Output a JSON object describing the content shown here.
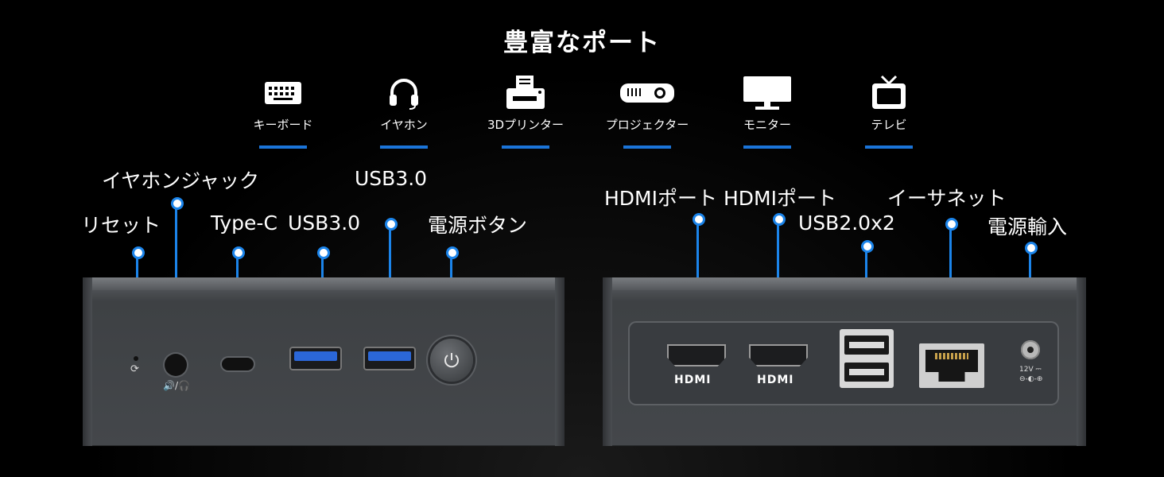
{
  "title": "豊富なポート",
  "devices": [
    {
      "label": "キーボード",
      "icon": "keyboard-icon"
    },
    {
      "label": "イヤホン",
      "icon": "headphones-icon"
    },
    {
      "label": "3Dプリンター",
      "icon": "printer-icon"
    },
    {
      "label": "プロジェクター",
      "icon": "projector-icon"
    },
    {
      "label": "モニター",
      "icon": "monitor-icon"
    },
    {
      "label": "テレビ",
      "icon": "tv-icon"
    }
  ],
  "front_callouts": {
    "reset": "リセット",
    "headphone_jack": "イヤホンジャック",
    "type_c": "Type-C",
    "usb3_left": "USB3.0",
    "usb3_right": "USB3.0",
    "power_button": "電源ボタン"
  },
  "rear_callouts": {
    "hdmi_1": "HDMIポート",
    "hdmi_2": "HDMIポート",
    "usb2": "USB2.0x2",
    "ethernet": "イーサネット",
    "power_input": "電源輸入"
  },
  "port_labels": {
    "hdmi": "HDMI",
    "dc_voltage": "12V ⎓"
  },
  "colors": {
    "accent": "#1b84ea",
    "chassis": "#4f5256"
  }
}
